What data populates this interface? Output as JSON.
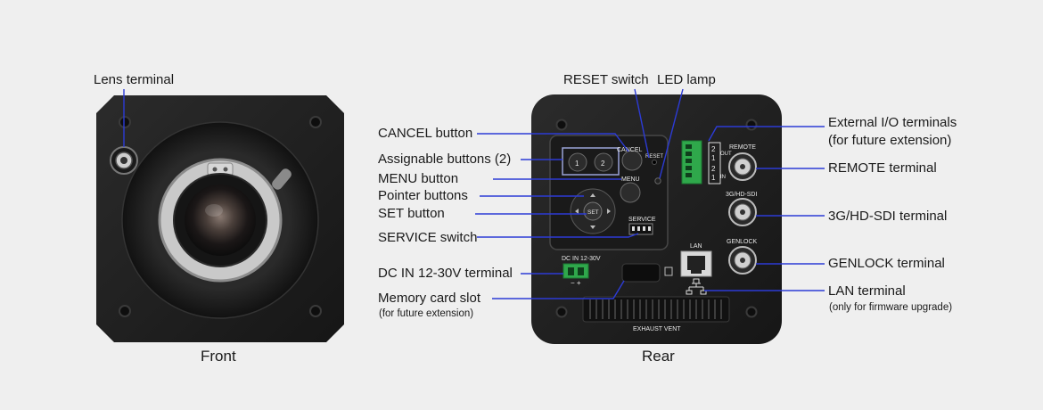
{
  "front": {
    "caption": "Front",
    "callouts": {
      "lens_terminal": "Lens terminal"
    }
  },
  "rear": {
    "caption": "Rear",
    "callouts": {
      "reset_switch": "RESET switch",
      "led_lamp": "LED lamp",
      "cancel_button": "CANCEL button",
      "assignable_buttons": "Assignable buttons (2)",
      "menu_button": "MENU button",
      "pointer_buttons": "Pointer buttons",
      "set_button": "SET button",
      "service_switch": "SERVICE switch",
      "dc_in_terminal": "DC IN 12-30V terminal",
      "memory_card_slot": "Memory card slot",
      "memory_card_slot_note": "(for future extension)",
      "external_io_line1": "External I/O terminals",
      "external_io_line2": "(for future extension)",
      "remote_terminal": "REMOTE terminal",
      "sdi_terminal": "3G/HD-SDI terminal",
      "genlock_terminal": "GENLOCK terminal",
      "lan_terminal": "LAN terminal",
      "lan_terminal_note": "(only for firmware upgrade)"
    },
    "panel_markings": {
      "cancel": "CANCEL",
      "reset": "RESET",
      "menu": "MENU",
      "set": "SET",
      "service": "SERVICE",
      "button_1": "1",
      "button_2": "2",
      "dc_in": "DC IN 12-30V",
      "polarity": "−  +",
      "lan": "LAN",
      "remote": "REMOTE",
      "sdi": "3G/HD-SDI",
      "genlock": "GENLOCK",
      "exhaust_vent": "EXHAUST VENT",
      "io_out": "OUT",
      "io_in": "IN",
      "io_num_2a": "2",
      "io_num_1a": "1",
      "io_num_2b": "2",
      "io_num_1b": "1"
    }
  },
  "colors": {
    "callout_line": "#2c3bd6",
    "body": "#1e1e1e",
    "background": "#efefef"
  }
}
